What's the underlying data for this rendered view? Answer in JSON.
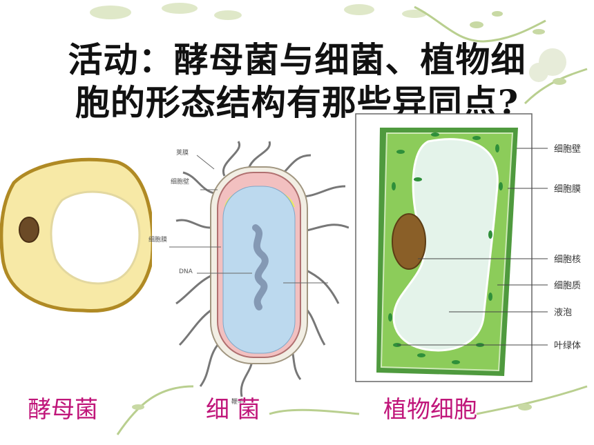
{
  "title": {
    "line1": "活动：酵母菌与细菌、植物细",
    "line2": "胞的形态结构有那些异同点?"
  },
  "bacteria_labels": {
    "capsule": "荚膜",
    "cell_wall": "细胞壁",
    "cell_membrane": "细胞膜",
    "dna": "DNA",
    "flagellum": "鞭毛"
  },
  "plant_labels": {
    "cell_wall": "细胞壁",
    "cell_membrane": "细胞膜",
    "nucleus": "细胞核",
    "cytoplasm": "细胞质",
    "vacuole": "液泡",
    "chloroplast": "叶绿体"
  },
  "captions": {
    "yeast": "酵母菌",
    "bacteria": "细 菌",
    "plant": "植物细胞"
  },
  "colors": {
    "caption": "#c0167a",
    "plant_green": "#7dc24a",
    "yeast_fill": "#f7e9a6",
    "bacteria_blue": "#bcd9ee"
  }
}
